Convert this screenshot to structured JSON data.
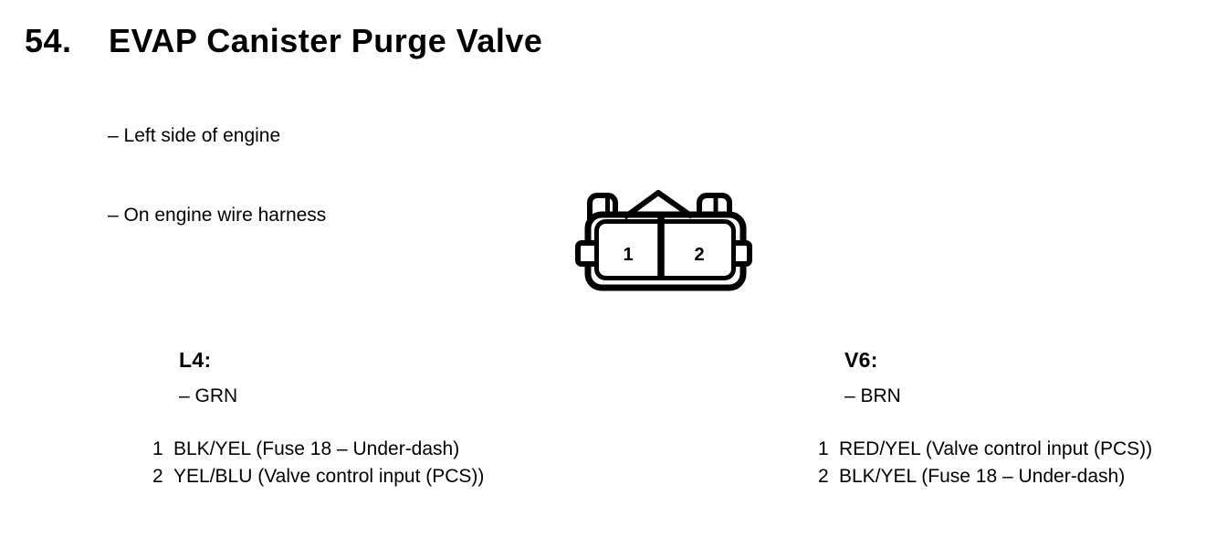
{
  "page": {
    "section_number": "54.",
    "title": "EVAP Canister Purge Valve",
    "location_note_1": "– Left side of engine",
    "location_note_2": "– On engine wire harness"
  },
  "connector": {
    "cavity_labels": [
      "1",
      "2"
    ]
  },
  "variants": [
    {
      "engine": "L4:",
      "connector_color": "– GRN",
      "pins": [
        {
          "number": "1",
          "description": "BLK/YEL (Fuse 18 – Under-dash)"
        },
        {
          "number": "2",
          "description": "YEL/BLU (Valve control input (PCS))"
        }
      ]
    },
    {
      "engine": "V6:",
      "connector_color": "– BRN",
      "pins": [
        {
          "number": "1",
          "description": "RED/YEL (Valve control input (PCS))"
        },
        {
          "number": "2",
          "description": "BLK/YEL (Fuse 18 – Under-dash)"
        }
      ]
    }
  ],
  "colors": {
    "ink": "#000000",
    "paper": "#ffffff"
  }
}
